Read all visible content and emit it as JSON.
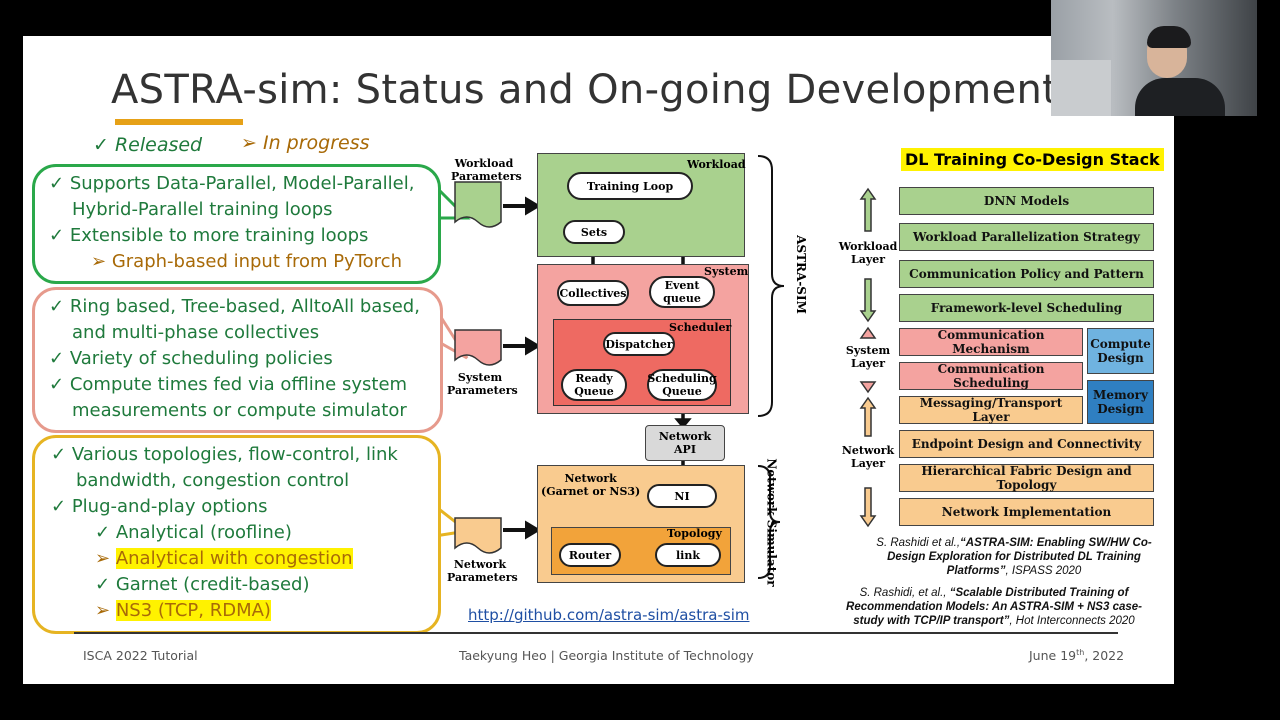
{
  "slide": {
    "title": "ASTRA-sim: Status and On-going Development",
    "legend": {
      "released": "Released",
      "in_progress": "In progress"
    },
    "callouts": {
      "workload": [
        {
          "marker": "✓",
          "text": "Supports Data-Parallel, Model-Parallel,",
          "status": "released"
        },
        {
          "marker": "",
          "text": "Hybrid-Parallel training loops",
          "status": "released"
        },
        {
          "marker": "✓",
          "text": "Extensible to more training loops",
          "status": "released"
        },
        {
          "marker": "➢",
          "text": "Graph-based input from PyTorch",
          "status": "in_progress"
        }
      ],
      "system": [
        {
          "marker": "✓",
          "text": "Ring based, Tree-based, AlltoAll based,",
          "status": "released"
        },
        {
          "marker": "",
          "text": "and multi-phase collectives",
          "status": "released"
        },
        {
          "marker": "✓",
          "text": "Variety of scheduling policies",
          "status": "released"
        },
        {
          "marker": "✓",
          "text": "Compute times fed via offline system",
          "status": "released"
        },
        {
          "marker": "",
          "text": "measurements or compute simulator",
          "status": "released"
        }
      ],
      "network": [
        {
          "marker": "✓",
          "text": "Various topologies, flow-control, link",
          "status": "released"
        },
        {
          "marker": "",
          "text": "bandwidth, congestion control",
          "status": "released"
        },
        {
          "marker": "✓",
          "text": "Plug-and-play options",
          "status": "released"
        },
        {
          "marker": "✓",
          "text": "Analytical (roofline)",
          "status": "released"
        },
        {
          "marker": "➢",
          "text": "Analytical with congestion",
          "status": "in_progress"
        },
        {
          "marker": "✓",
          "text": "Garnet (credit-based)",
          "status": "released"
        },
        {
          "marker": "➢",
          "text": "NS3 (TCP, RDMA)",
          "status": "in_progress"
        }
      ]
    },
    "diagram": {
      "workload_params": "Workload\nParameters",
      "system_params": "System\nParameters",
      "network_params": "Network\nParameters",
      "workload": "Workload",
      "training_loop": "Training Loop",
      "sets": "Sets",
      "system": "System",
      "collectives": "Collectives",
      "event_queue": "Event\nqueue",
      "scheduler": "Scheduler",
      "dispatcher": "Dispatcher",
      "ready_queue": "Ready\nQueue",
      "scheduling_queue": "Scheduling\nQueue",
      "network_api": "Network\nAPI",
      "network": "Network\n(Garnet or NS3)",
      "ni": "NI",
      "topology": "Topology",
      "router": "Router",
      "link": "link",
      "astra_sim": "ASTRA-SIM",
      "network_simulator": "Network Simulator"
    },
    "link": "http://github.com/astra-sim/astra-sim",
    "stack": {
      "title": "DL Training Co-Design Stack",
      "layers": {
        "workload": "Workload\nLayer",
        "system": "System\nLayer",
        "network": "Network\nLayer"
      },
      "rows": [
        "DNN Models",
        "Workload Parallelization Strategy",
        "Communication Policy and Pattern",
        "Framework-level Scheduling",
        "Communication Mechanism",
        "Communication Scheduling",
        "Messaging/Transport Layer",
        "Endpoint Design and Connectivity",
        "Hierarchical Fabric Design and Topology",
        "Network Implementation"
      ],
      "compute_design": "Compute\nDesign",
      "memory_design": "Memory\nDesign"
    },
    "references": [
      {
        "authors": "S. Rashidi et al.,",
        "title": "ASTRA-SIM: Enabling SW/HW Co-Design Exploration for Distributed DL Training Platforms",
        "venue": ", ISPASS 2020"
      },
      {
        "authors": "S. Rashidi, et al.,",
        "title": "Scalable Distributed Training of Recommendation Models: An ASTRA-SIM + NS3 case-study with TCP/IP transport",
        "venue": ", Hot Interconnects 2020"
      }
    ],
    "footer": {
      "left": "ISCA 2022 Tutorial",
      "center": "Taekyung Heo | Georgia Institute of Technology",
      "date_prefix": "June  19",
      "date_sup": "th",
      "date_suffix": ", 2022"
    }
  },
  "colors": {
    "green": "#1f7a3c",
    "orange": "#a86a08",
    "workload_green": "#a9d18e",
    "system_red": "#f4a3a0",
    "network_orange": "#f9cb8f",
    "highlight": "#fff200"
  }
}
